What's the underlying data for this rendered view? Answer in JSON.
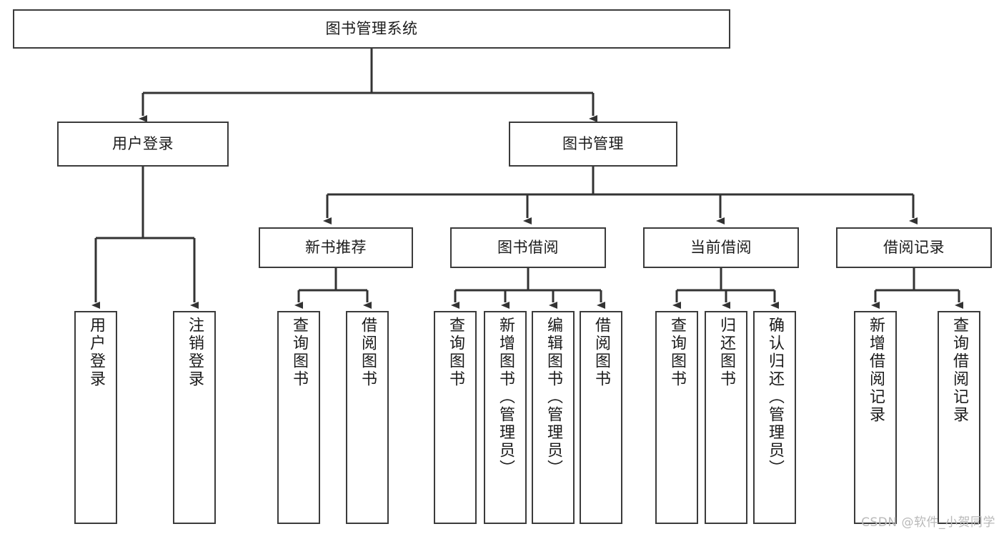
{
  "diagram": {
    "title": "图书管理系统",
    "type": "tree-hierarchy-chart",
    "orientation": "top-down",
    "colors": {
      "background": "#ffffff",
      "node_fill": "#ffffff",
      "node_stroke": "#3b3b3b",
      "edge_stroke": "#333333",
      "text": "#1b1b1b",
      "watermark": "#b9b9b9"
    },
    "watermark": "CSDN @软件_小贺同学"
  },
  "nodes": {
    "root": {
      "label": "图书管理系统",
      "level": 0,
      "orientation": "horizontal"
    },
    "level1": [
      {
        "id": "user-login",
        "label": "用户登录",
        "orientation": "horizontal"
      },
      {
        "id": "book-management",
        "label": "图书管理",
        "orientation": "horizontal"
      }
    ],
    "level2": [
      {
        "id": "new-book-recommend",
        "label": "新书推荐",
        "parent": "book-management",
        "orientation": "horizontal"
      },
      {
        "id": "book-borrow",
        "label": "图书借阅",
        "parent": "book-management",
        "orientation": "horizontal"
      },
      {
        "id": "current-borrow",
        "label": "当前借阅",
        "parent": "book-management",
        "orientation": "horizontal"
      },
      {
        "id": "borrow-record",
        "label": "借阅记录",
        "parent": "book-management",
        "orientation": "horizontal"
      }
    ],
    "leaves": [
      {
        "id": "leaf-user-login",
        "label": "用户登录",
        "parent": "user-login",
        "orientation": "vertical"
      },
      {
        "id": "leaf-logout-login",
        "label": "注销登录",
        "parent": "user-login",
        "orientation": "vertical"
      },
      {
        "id": "leaf-query-book-1",
        "label": "查询图书",
        "parent": "new-book-recommend",
        "orientation": "vertical"
      },
      {
        "id": "leaf-borrow-book-1",
        "label": "借阅图书",
        "parent": "new-book-recommend",
        "orientation": "vertical"
      },
      {
        "id": "leaf-query-book-2",
        "label": "查询图书",
        "parent": "book-borrow",
        "orientation": "vertical"
      },
      {
        "id": "leaf-add-book",
        "label": "新增图书（管理员）",
        "parent": "book-borrow",
        "orientation": "vertical"
      },
      {
        "id": "leaf-edit-book",
        "label": "编辑图书（管理员）",
        "parent": "book-borrow",
        "orientation": "vertical"
      },
      {
        "id": "leaf-borrow-book-2",
        "label": "借阅图书",
        "parent": "book-borrow",
        "orientation": "vertical"
      },
      {
        "id": "leaf-query-book-3",
        "label": "查询图书",
        "parent": "current-borrow",
        "orientation": "vertical"
      },
      {
        "id": "leaf-return-book",
        "label": "归还图书",
        "parent": "current-borrow",
        "orientation": "vertical"
      },
      {
        "id": "leaf-confirm-return",
        "label": "确认归还（管理员）",
        "parent": "current-borrow",
        "orientation": "vertical"
      },
      {
        "id": "leaf-add-record",
        "label": "新增借阅记录",
        "parent": "borrow-record",
        "orientation": "vertical"
      },
      {
        "id": "leaf-query-record",
        "label": "查询借阅记录",
        "parent": "borrow-record",
        "orientation": "vertical"
      }
    ]
  }
}
